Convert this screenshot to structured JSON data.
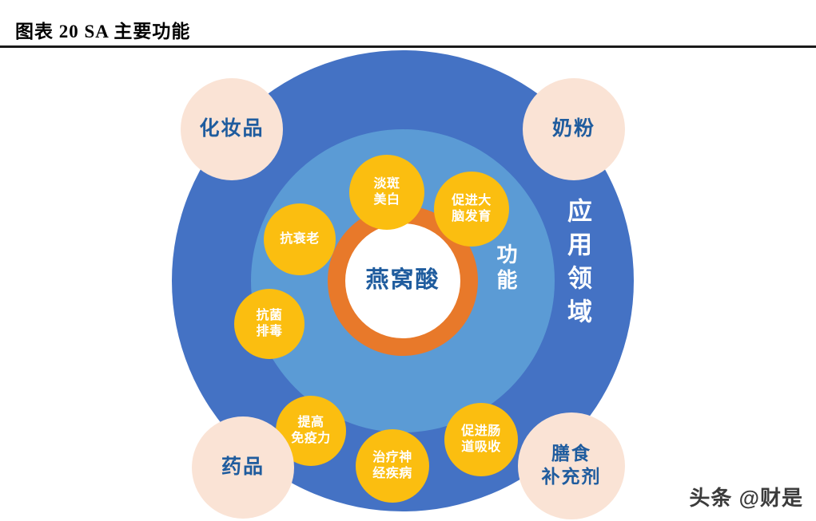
{
  "figure": {
    "title": "图表  20 SA 主要功能",
    "center_label": "燕窝酸",
    "function_axis_label": "功能",
    "application_axis_label": "应用领域"
  },
  "functions": [
    {
      "id": "anti-aging",
      "label": "抗衰老"
    },
    {
      "id": "spot-whitening",
      "label": "淡斑\n美白"
    },
    {
      "id": "brain-development",
      "label": "促进大\n脑发育"
    },
    {
      "id": "antibacterial",
      "label": "抗菌\n排毒"
    },
    {
      "id": "immunity",
      "label": "提高\n免疫力"
    },
    {
      "id": "neural-disease",
      "label": "治疗神\n经疾病"
    },
    {
      "id": "gut-absorption",
      "label": "促进肠\n道吸收"
    }
  ],
  "applications": [
    {
      "id": "cosmetics",
      "label": "化妆品"
    },
    {
      "id": "milk-powder",
      "label": "奶粉"
    },
    {
      "id": "pharmaceuticals",
      "label": "药品"
    },
    {
      "id": "dietary-supplement",
      "label": "膳食\n补充剂"
    }
  ],
  "watermark": "头条 @财是",
  "colors": {
    "outer_ring": "#4472C4",
    "mid_ring": "#5B9BD5",
    "orange_ring": "#E8792A",
    "core": "#FFFFFF",
    "bubble": "#FBBE10",
    "application": "#FAE3D5",
    "center_text": "#1F5C9E",
    "background": "#FFFFFF"
  }
}
